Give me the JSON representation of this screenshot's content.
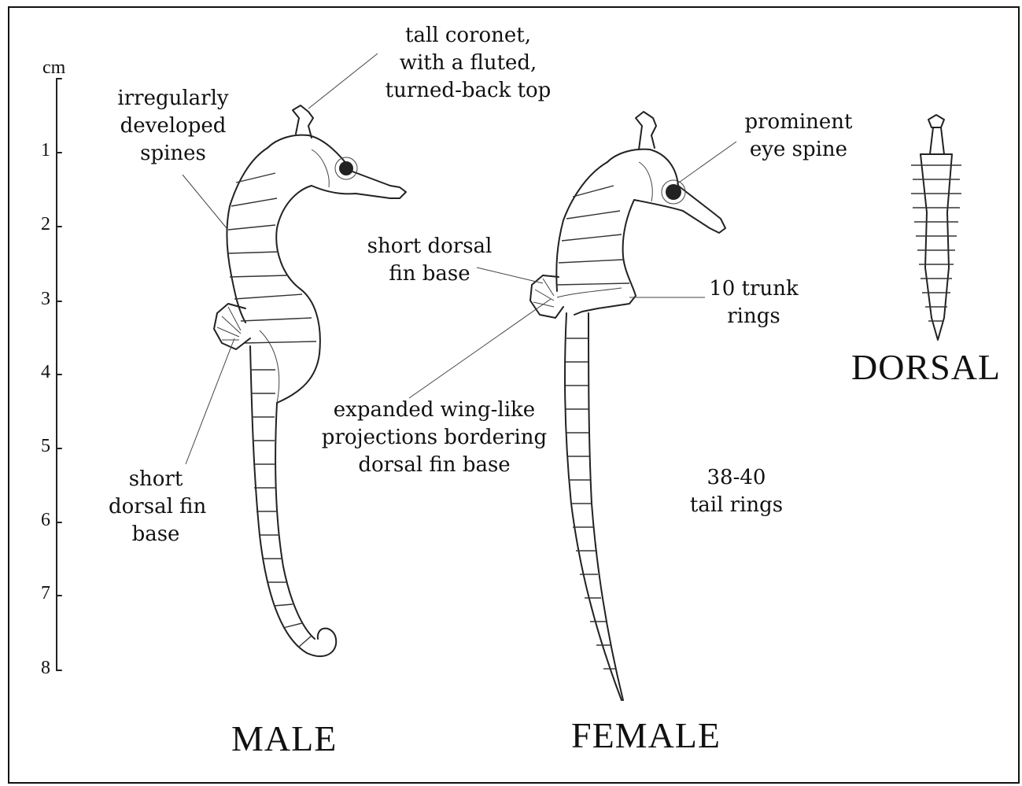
{
  "scale": {
    "unit": "cm",
    "ticks": [
      "1",
      "2",
      "3",
      "4",
      "5",
      "6",
      "7",
      "8"
    ]
  },
  "labels": {
    "tall_coronet": [
      "tall coronet,",
      "with a fluted,",
      "turned-back top"
    ],
    "irregular_spines": [
      "irregularly",
      "developed",
      "spines"
    ],
    "male_dorsal_fin": [
      "short",
      "dorsal fin",
      "base"
    ],
    "female_dorsal_fin": [
      "short dorsal",
      "fin base"
    ],
    "eye_spine": [
      "prominent",
      "eye spine"
    ],
    "trunk_rings": [
      "10 trunk",
      "rings"
    ],
    "wing_projections": [
      "expanded wing-like",
      "projections bordering",
      "dorsal fin base"
    ],
    "tail_rings": [
      "38-40",
      "tail rings"
    ]
  },
  "captions": {
    "male": "MALE",
    "female": "FEMALE",
    "dorsal": "DORSAL"
  },
  "colors": {
    "ink": "#111111",
    "background": "#ffffff"
  }
}
